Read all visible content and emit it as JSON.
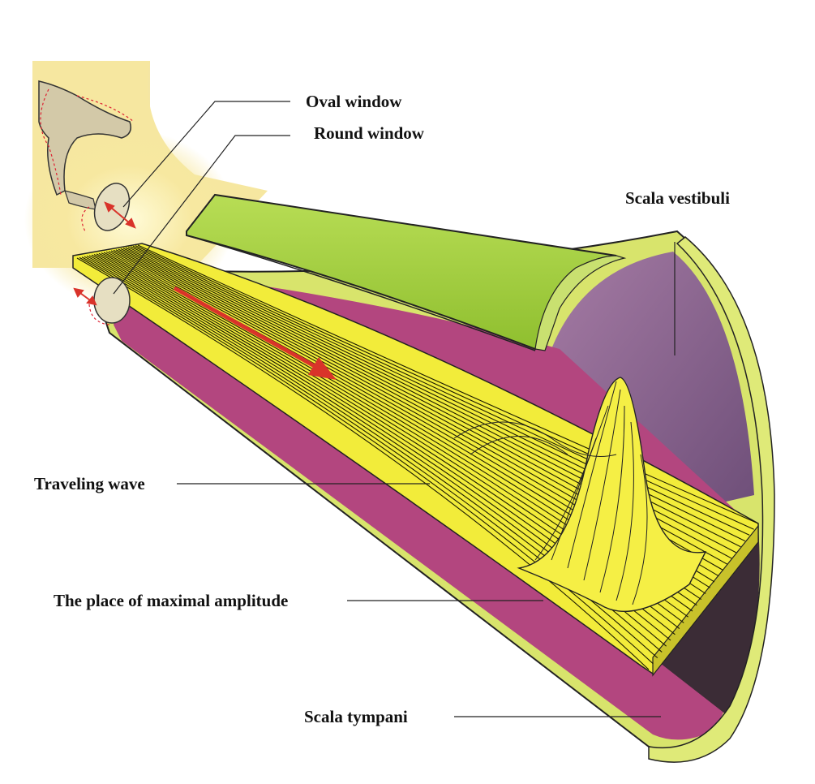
{
  "labels": {
    "oval_window": "Oval window",
    "round_window": "Round window",
    "scala_vestibuli": "Scala vestibuli",
    "traveling_wave": "Traveling wave",
    "maximal_amplitude": "The place of maximal amplitude",
    "scala_tympani": "Scala tympani"
  },
  "colors": {
    "outer_wall": "#dde86e",
    "scala_tympani_fill": "#b3467f",
    "scala_vestibuli_fill": "#8a5d86",
    "basilar_membrane": "#f2ec3a",
    "upper_duct": "#9ec93a",
    "arrow": "#d9332a",
    "glow": "#f6e79a",
    "ossicle": "#d3c9a8"
  }
}
